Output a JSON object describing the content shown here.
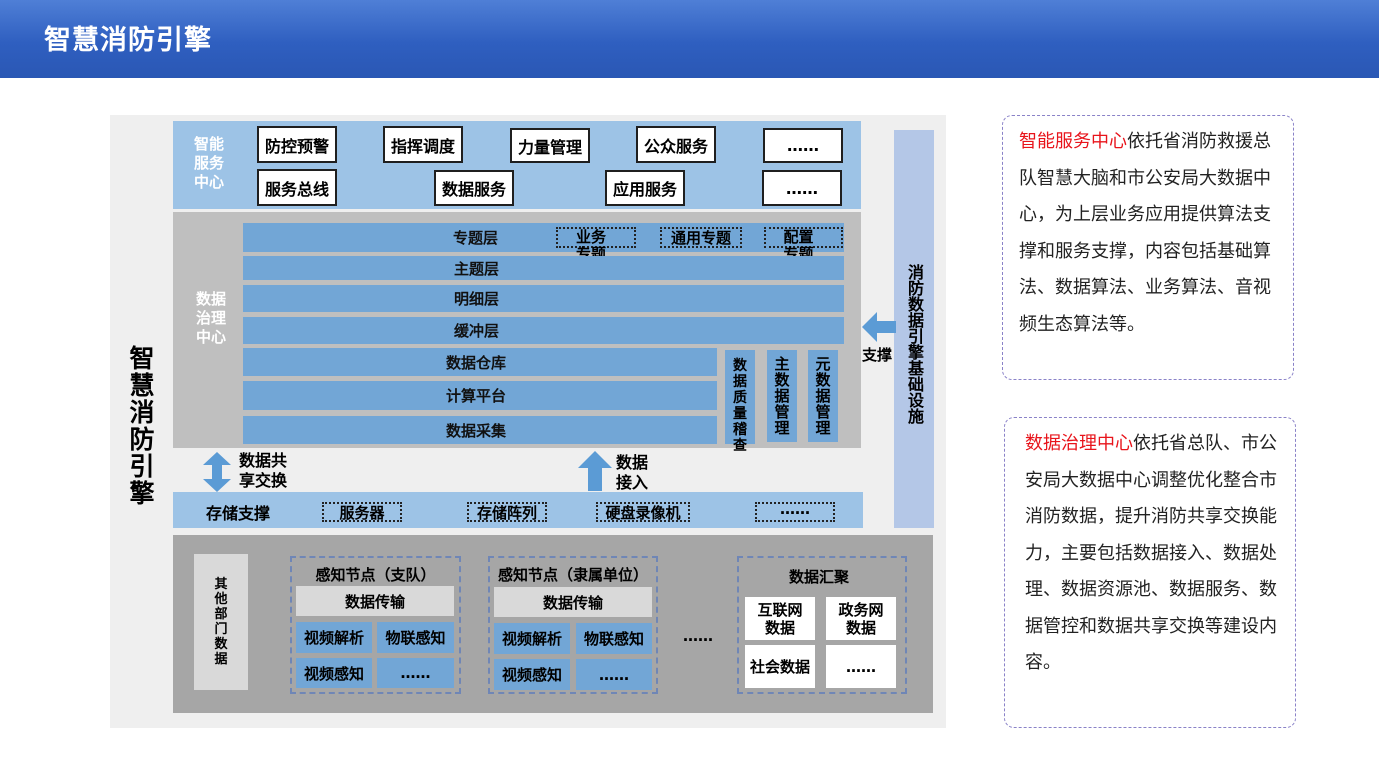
{
  "page_title": "智慧消防引擎",
  "diagram": {
    "vertical_title": "智慧消防引擎",
    "smart_service_center": {
      "label": "智能服务中心",
      "row1": [
        "防控预警",
        "指挥调度",
        "力量管理",
        "公众服务",
        "……"
      ],
      "row2": [
        "服务总线",
        "数据服务",
        "应用服务",
        "……"
      ]
    },
    "data_governance_center": {
      "label": "数据治理中心",
      "layers": [
        "专题层",
        "主题层",
        "明细层",
        "缓冲层",
        "数据仓库",
        "计算平台",
        "数据采集"
      ],
      "topics": [
        "业务专题",
        "通用专题",
        "配置专题"
      ],
      "side_columns": [
        "数据质量稽查",
        "主数据管理",
        "元数据管理"
      ]
    },
    "share_exchange": "数据共享交换",
    "data_access": "数据接入",
    "storage": {
      "label": "存储支撑",
      "items": [
        "服务器",
        "存储阵列",
        "硬盘录像机",
        "……"
      ]
    },
    "infrastructure": "消防数据引擎基础设施",
    "support": "支撑",
    "bottom": {
      "other_dept": "其他部门数据",
      "node1": {
        "title": "感知节点（支队）",
        "transfer": "数据传输",
        "cells": [
          "视频解析",
          "物联感知",
          "视频感知",
          "……"
        ]
      },
      "node2": {
        "title": "感知节点（隶属单位）",
        "transfer": "数据传输",
        "cells": [
          "视频解析",
          "物联感知",
          "视频感知",
          "……"
        ]
      },
      "ellipsis": "……",
      "aggregation": {
        "title": "数据汇聚",
        "cells": [
          "互联网数据",
          "政务网数据",
          "社会数据",
          "……"
        ]
      }
    }
  },
  "notes": [
    {
      "highlight": "智能服务中心",
      "text": "依托省消防救援总队智慧大脑和市公安局大数据中心，为上层业务应用提供算法支撑和服务支撑，内容包括基础算法、数据算法、业务算法、音视频生态算法等。"
    },
    {
      "highlight": "数据治理中心",
      "text": "依托省总队、市公安局大数据中心调整优化整合市消防数据，提升消防共享交换能力，主要包括数据接入、数据处理、数据资源池、数据服务、数据管控和数据共享交换等建设内容。"
    }
  ],
  "colors": {
    "header": "#2f5fc0",
    "blue_band": "#9dc3e6",
    "layer_blue": "#72a6d6",
    "gray_band": "#bfbfbf",
    "highlight_red": "#e8141b"
  }
}
